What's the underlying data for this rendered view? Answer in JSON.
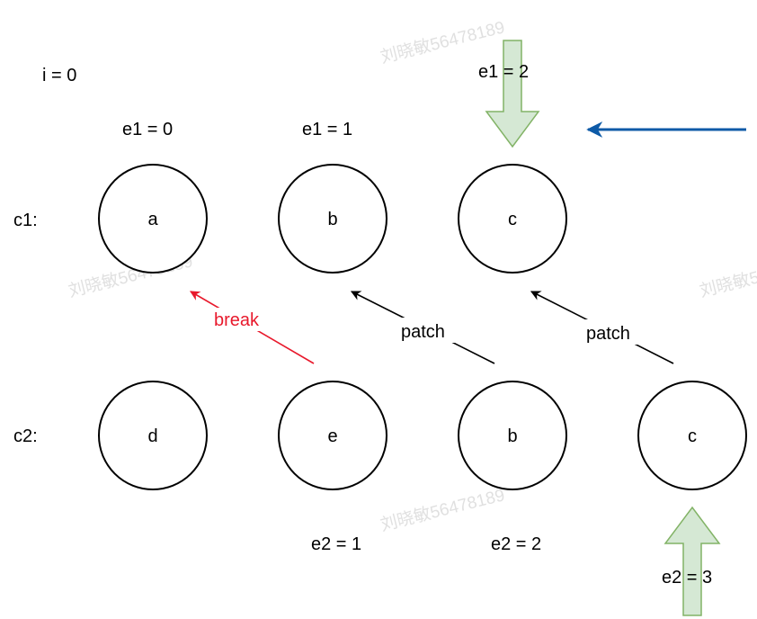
{
  "labels": {
    "i": "i = 0",
    "c1": "c1:",
    "c2": "c2:",
    "e1_0": "e1 = 0",
    "e1_1": "e1 = 1",
    "e1_2": "e1 = 2",
    "e2_1": "e2 = 1",
    "e2_2": "e2 = 2",
    "e2_3": "e2 = 3"
  },
  "c1_nodes": [
    "a",
    "b",
    "c"
  ],
  "c2_nodes": [
    "d",
    "e",
    "b",
    "c"
  ],
  "edges": {
    "break": "break",
    "patch1": "patch",
    "patch2": "patch"
  },
  "watermark": "刘晓敏56478189",
  "colors": {
    "break": "#e8192c",
    "patch": "#000000",
    "pointer_arrow": "#0d5aa7",
    "green_fill": "#d5e8d4",
    "green_stroke": "#82b366"
  }
}
